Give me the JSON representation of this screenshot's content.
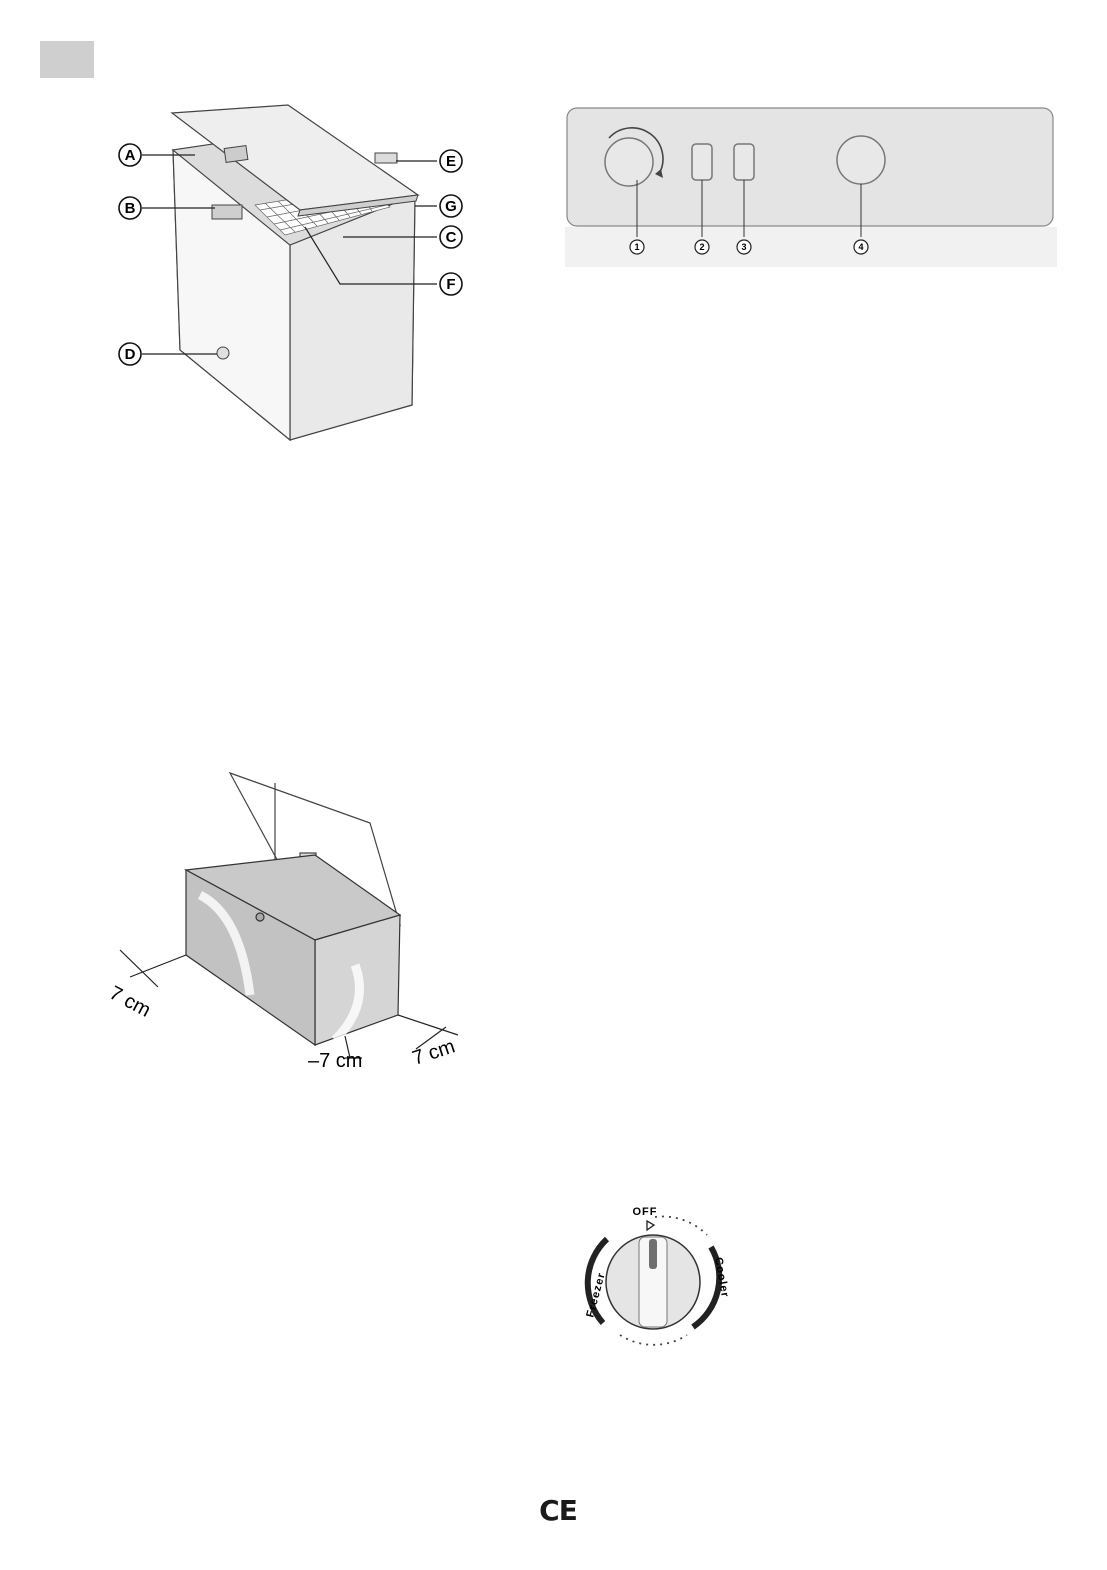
{
  "page_tab": {
    "color": "#cfcfcf"
  },
  "freezer_diagram": {
    "callouts": {
      "a": "A",
      "b": "B",
      "c": "C",
      "d": "D",
      "e": "E",
      "f": "F",
      "g": "G"
    }
  },
  "control_panel": {
    "labels": {
      "n1": "1",
      "n2": "2",
      "n3": "3",
      "n4": "4"
    }
  },
  "installation_diagram": {
    "clearances": {
      "left": "7 cm",
      "front": "–7 cm",
      "right": "7 cm"
    }
  },
  "thermostat_dial": {
    "off_label": "OFF",
    "left_label": "Freezer",
    "right_label": "Cooler"
  },
  "ce_mark": "CE"
}
